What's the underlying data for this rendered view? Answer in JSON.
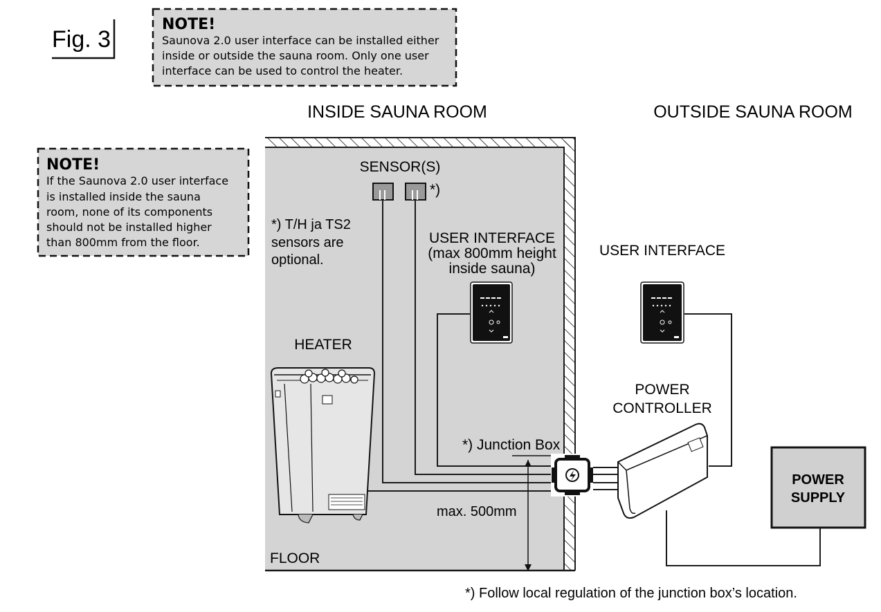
{
  "figure_label": "Fig. 3",
  "note_top": {
    "title": "NOTE!",
    "lines": [
      "Saunova 2.0 user interface can be installed either",
      "inside or outside the sauna room. Only one user",
      "interface can be used to control the heater."
    ]
  },
  "note_left": {
    "title": "NOTE!",
    "lines": [
      "If the Saunova 2.0 user interface",
      "is installed inside the sauna",
      "room, none of its components",
      "should not be installed higher",
      "than 800mm from the floor."
    ]
  },
  "headings": {
    "inside": "INSIDE SAUNA ROOM",
    "outside": "OUTSIDE SAUNA ROOM"
  },
  "labels": {
    "sensors": "SENSOR(S)",
    "sensor_asterisk": "*)",
    "optional_note": [
      "*) T/H ja TS2",
      "sensors are",
      "optional."
    ],
    "ui_inside": [
      "USER INTERFACE",
      "(max 800mm height",
      "inside sauna)"
    ],
    "ui_outside": "USER INTERFACE",
    "heater": "HEATER",
    "power_controller": [
      "POWER",
      "CONTROLLER"
    ],
    "power_supply": [
      "POWER",
      "SUPPLY"
    ],
    "junction_box": "*) Junction Box",
    "max_height": "max. 500mm",
    "floor": "FLOOR",
    "footnote": "*) Follow local regulation of the junction box’s location."
  },
  "colors": {
    "room_fill": "#d4d4d4",
    "note_fill": "#d6d6d6",
    "line": "#1a1a1a",
    "power_supply_fill": "#d0d0d0"
  }
}
